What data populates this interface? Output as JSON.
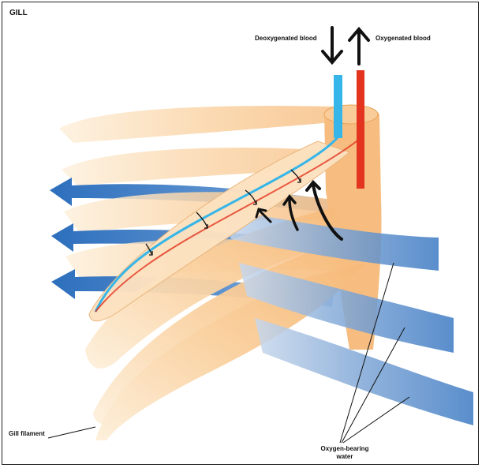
{
  "title": "GILL",
  "labels": {
    "deoxygenated": "Deoxygenated blood",
    "oxygenated": "Oxygenated blood",
    "filament": "Gill filament",
    "water": "Oxygen-bearing water"
  },
  "colors": {
    "filament_fill": "#f7c48f",
    "filament_light": "#fde8cc",
    "water_flow": "#3f7fc6",
    "deoxygenated_vessel": "#36b6e8",
    "oxygenated_vessel": "#e2341f",
    "arrow": "#111111"
  },
  "icons": {
    "down_arrow": "down-arrow-icon",
    "up_arrow": "up-arrow-icon"
  }
}
